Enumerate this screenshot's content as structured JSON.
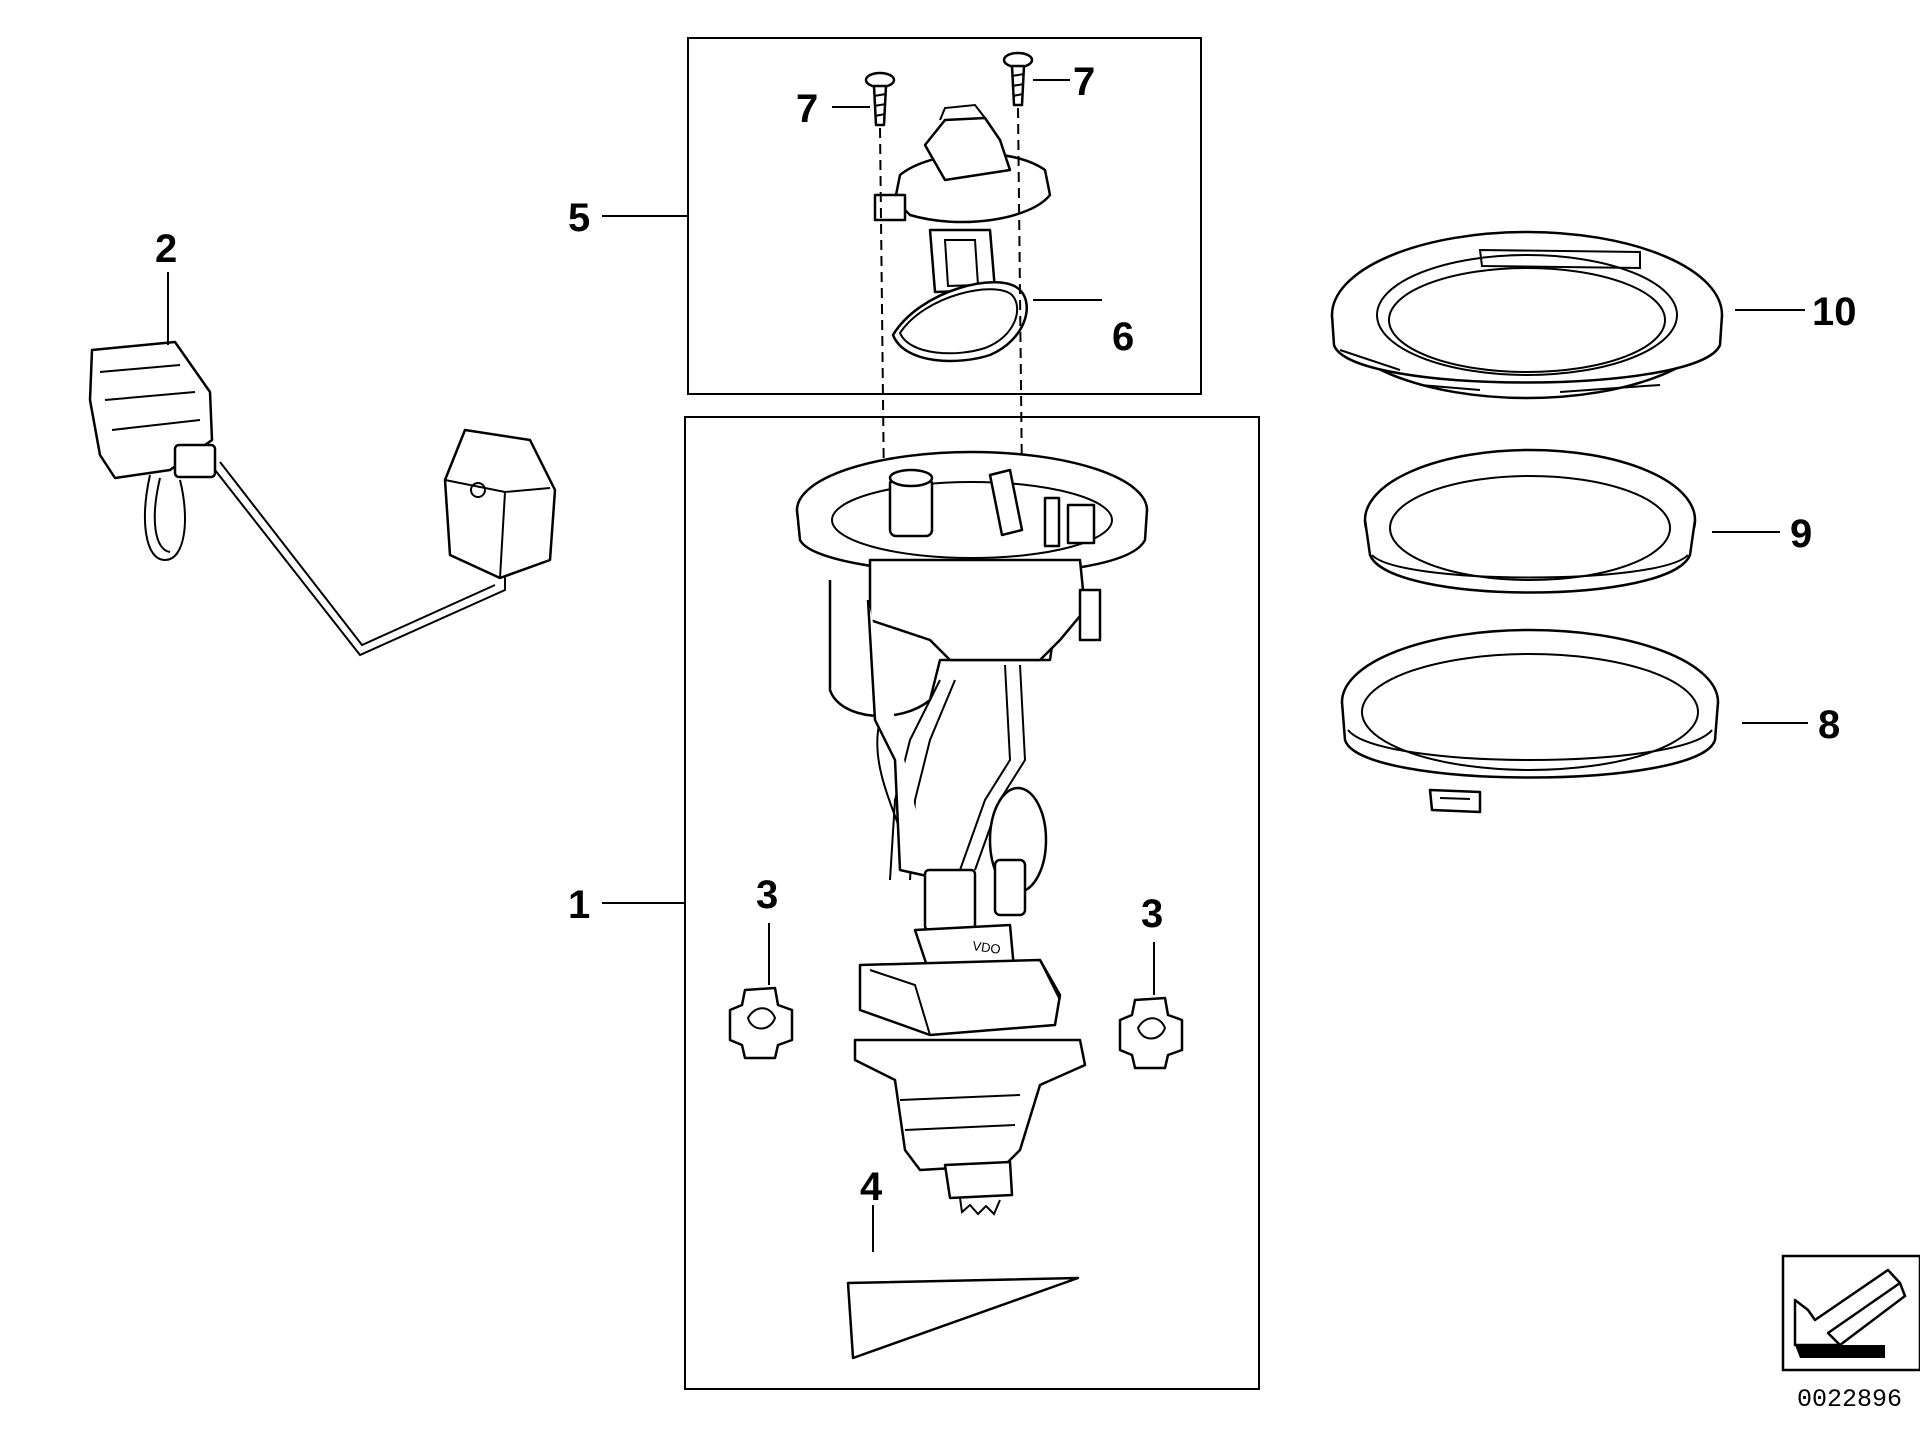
{
  "callouts": {
    "c1": "1",
    "c2": "2",
    "c3a": "3",
    "c3b": "3",
    "c4": "4",
    "c5": "5",
    "c6": "6",
    "c7a": "7",
    "c7b": "7",
    "c8": "8",
    "c9": "9",
    "c10": "10"
  },
  "pump_marking": "VDO",
  "reference_code": "0022896"
}
